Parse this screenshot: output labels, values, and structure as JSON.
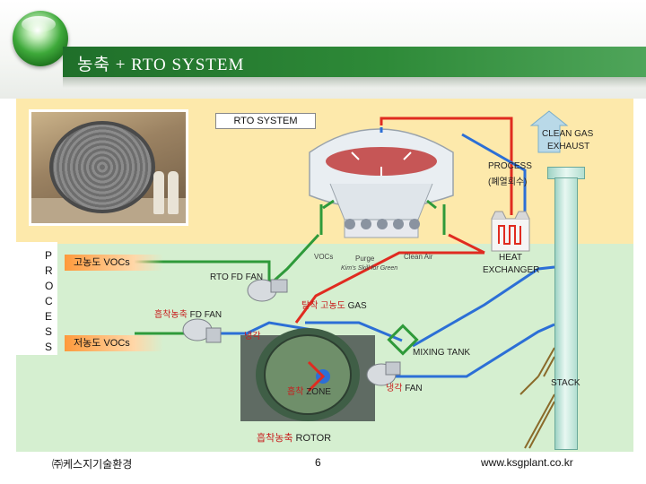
{
  "header": {
    "title": "농축 + RTO SYSTEM"
  },
  "diagram": {
    "rto_title": "RTO SYSTEM",
    "clean_gas_line1": "CLEAN GAS",
    "clean_gas_line2": "EXHAUST",
    "process_line1": "PROCESS",
    "process_line2": "(폐열회수)",
    "heat_line1": "HEAT",
    "heat_line2": "EXCHANGER",
    "rto_fd_fan": "RTO FD FAN",
    "hot_gas_kr": "탈착 고농도",
    "hot_gas_en": "GAS",
    "conc_fd_fan_kr": "흡착농축",
    "conc_fd_fan_en": "FD FAN",
    "cooling": "냉각",
    "mixing_tank": "MIXING TANK",
    "zone_kr": "흡착",
    "zone_en": "ZONE",
    "cooling_fan_kr": "냉각",
    "cooling_fan_en": "FAN",
    "stack": "STACK",
    "rotor_kr": "흡착농축",
    "rotor_en": "ROTOR",
    "high_vocs_kr": "고농도",
    "high_vocs_en": "VOCs",
    "low_vocs_kr": "저농도",
    "low_vocs_en": "VOCs",
    "process_letters": [
      "P",
      "R",
      "O",
      "C",
      "E",
      "S",
      "S"
    ],
    "kim_caption": "Kim's Skill for Green",
    "vocs_small": "VOCs",
    "purge_small": "Purge",
    "clean_air_small": "Clean Air"
  },
  "footer": {
    "company": "㈜케스지기술환경",
    "page_number": "6",
    "website": "www.ksgplant.co.kr"
  },
  "colors": {
    "title_bar": "#2e8a38",
    "upper_panel": "#fde9ab",
    "lower_panel": "#d5efd0",
    "hot_line": "#e02b20",
    "cool_line": "#2c6fd6",
    "green_line": "#2f9a3a",
    "korean_label": "#c81e1e"
  }
}
